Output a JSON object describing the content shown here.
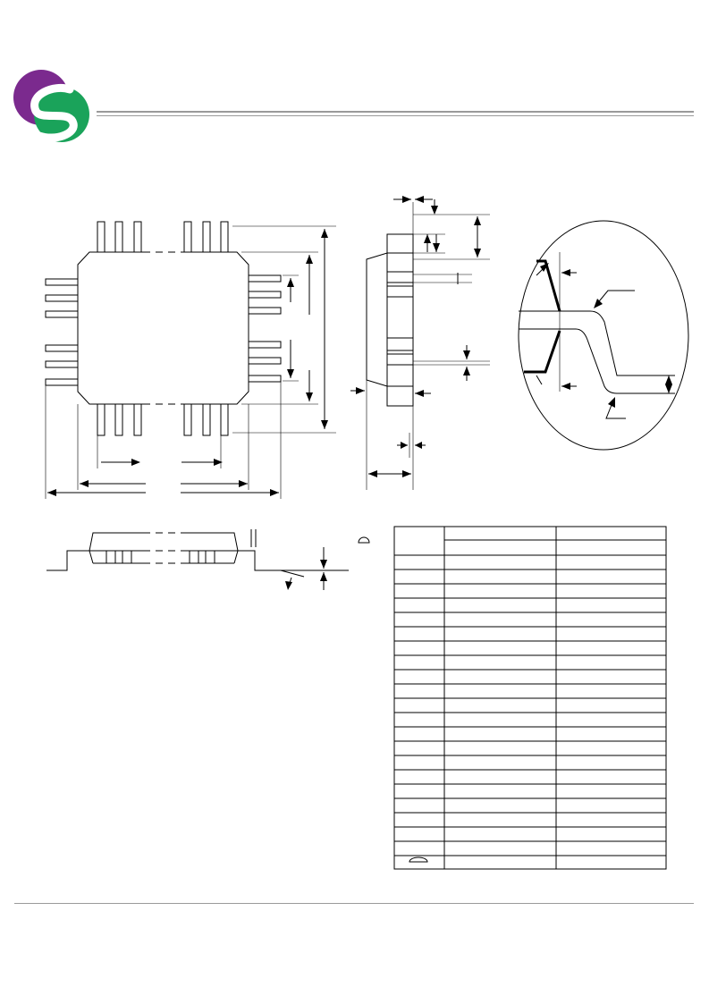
{
  "header": {
    "logo_colors": {
      "purple": "#7b2a8e",
      "green": "#1aa35a"
    },
    "rule_color": "#9a9a9a"
  },
  "drawings": {
    "top_view": {
      "name": "package-top-view"
    },
    "side_view": {
      "name": "package-side-view"
    },
    "detail_view": {
      "name": "lead-detail-view"
    },
    "front_view": {
      "name": "package-front-view"
    }
  },
  "table": {
    "rows": 22,
    "angle_symbol": "angle-icon"
  },
  "footer": {
    "rule_color": "#9a9a9a"
  }
}
